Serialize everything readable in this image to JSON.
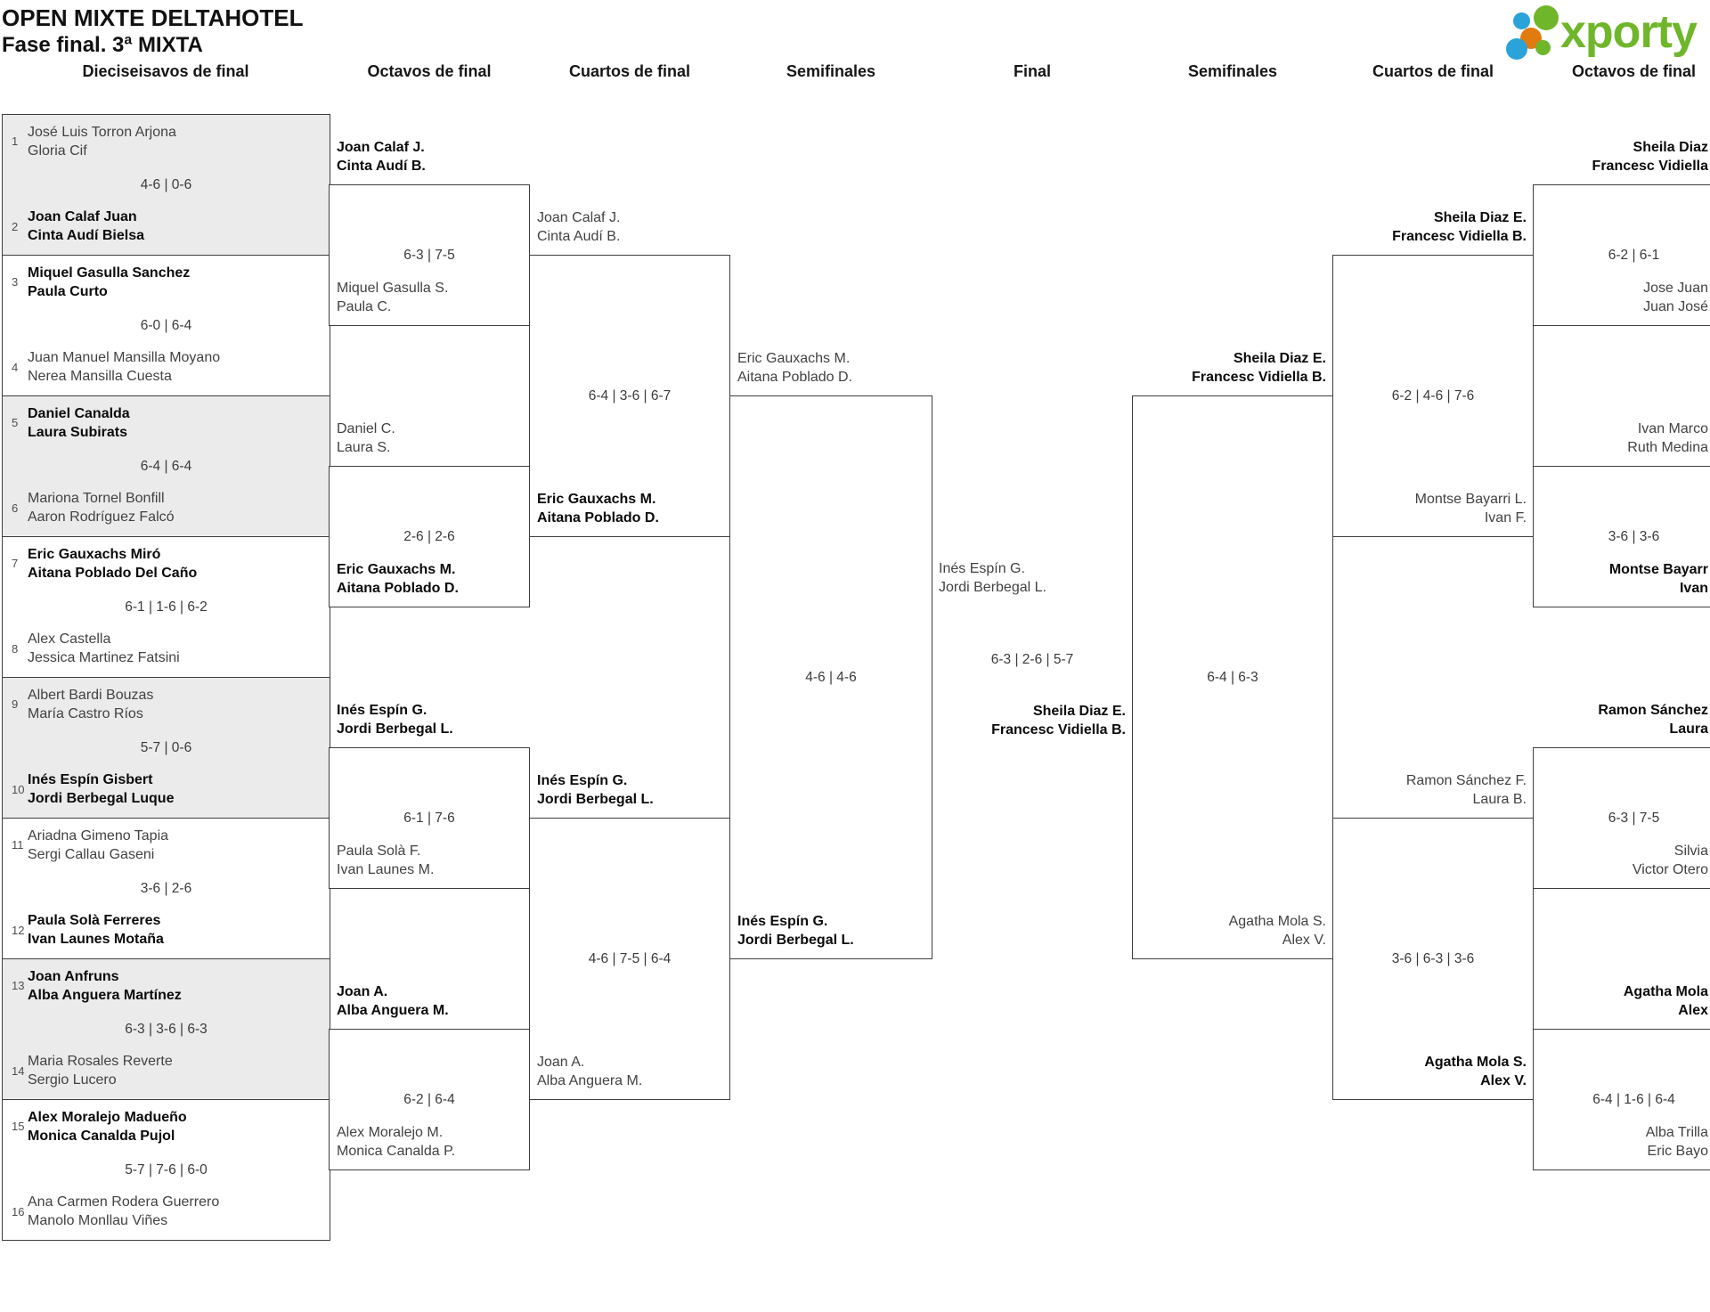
{
  "title": "OPEN MIXTE DELTAHOTEL",
  "subtitle": "Fase final. 3ª MIXTA",
  "logo": {
    "brand": "xporty",
    "colors": {
      "green": "#6fb62a",
      "blue": "#29a3da",
      "orange": "#e17b0f"
    }
  },
  "rounds": [
    "Dieciseisavos de final",
    "Octavos de final",
    "Cuartos de final",
    "Semifinales",
    "Final",
    "Semifinales",
    "Cuartos de final",
    "Octavos de final"
  ],
  "r16": [
    {
      "seed_top": "1",
      "top1": "José Luis Torron Arjona",
      "top2": "Gloria Cif",
      "score": "4-6 | 0-6",
      "seed_bottom": "2",
      "bottom1": "Joan Calaf Juan",
      "bottom2": "Cinta Audí Bielsa",
      "winner": "bottom"
    },
    {
      "seed_top": "3",
      "top1": "Miquel Gasulla Sanchez",
      "top2": "Paula Curto",
      "score": "6-0 | 6-4",
      "seed_bottom": "4",
      "bottom1": "Juan Manuel Mansilla Moyano",
      "bottom2": "Nerea Mansilla Cuesta",
      "winner": "top"
    },
    {
      "seed_top": "5",
      "top1": "Daniel Canalda",
      "top2": "Laura Subirats",
      "score": "6-4 | 6-4",
      "seed_bottom": "6",
      "bottom1": "Mariona Tornel Bonfill",
      "bottom2": "Aaron Rodríguez Falcó",
      "winner": "top"
    },
    {
      "seed_top": "7",
      "top1": "Eric Gauxachs Miró",
      "top2": "Aitana Poblado Del Caño",
      "score": "6-1 | 1-6 | 6-2",
      "seed_bottom": "8",
      "bottom1": "Alex Castella",
      "bottom2": "Jessica Martinez Fatsini",
      "winner": "top"
    },
    {
      "seed_top": "9",
      "top1": "Albert Bardi Bouzas",
      "top2": "María Castro Ríos",
      "score": "5-7 | 0-6",
      "seed_bottom": "10",
      "bottom1": "Inés Espín Gisbert",
      "bottom2": "Jordi Berbegal Luque",
      "winner": "bottom"
    },
    {
      "seed_top": "11",
      "top1": "Ariadna Gimeno Tapia",
      "top2": "Sergi Callau Gaseni",
      "score": "3-6 | 2-6",
      "seed_bottom": "12",
      "bottom1": "Paula Solà Ferreres",
      "bottom2": "Ivan Launes Motaña",
      "winner": "bottom"
    },
    {
      "seed_top": "13",
      "top1": "Joan Anfruns",
      "top2": "Alba Anguera Martínez",
      "score": "6-3 | 3-6 | 6-3",
      "seed_bottom": "14",
      "bottom1": "Maria Rosales Reverte",
      "bottom2": "Sergio Lucero",
      "winner": "top"
    },
    {
      "seed_top": "15",
      "top1": "Alex Moralejo Madueño",
      "top2": "Monica Canalda Pujol",
      "score": "5-7 | 7-6 | 6-0",
      "seed_bottom": "16",
      "bottom1": "Ana Carmen Rodera Guerrero",
      "bottom2": "Manolo Monllau Viñes",
      "winner": "top"
    }
  ],
  "r8_left": [
    {
      "top1": "Joan Calaf J.",
      "top2": "Cinta Audí B.",
      "score": "6-3 | 7-5",
      "bottom1": "Miquel Gasulla S.",
      "bottom2": "Paula C.",
      "winner": "top"
    },
    {
      "top1": "Daniel C.",
      "top2": "Laura S.",
      "score": "2-6 | 2-6",
      "bottom1": "Eric Gauxachs M.",
      "bottom2": "Aitana Poblado D.",
      "winner": "bottom"
    },
    {
      "top1": "Inés Espín G.",
      "top2": "Jordi Berbegal L.",
      "score": "6-1 | 7-6",
      "bottom1": "Paula Solà F.",
      "bottom2": "Ivan Launes M.",
      "winner": "top"
    },
    {
      "top1": "Joan A.",
      "top2": "Alba Anguera M.",
      "score": "6-2 | 6-4",
      "bottom1": "Alex Moralejo M.",
      "bottom2": "Monica Canalda P.",
      "winner": "top"
    }
  ],
  "r4_left": [
    {
      "top1": "Joan Calaf J.",
      "top2": "Cinta Audí B.",
      "score": "6-4 | 3-6 | 6-7",
      "bottom1": "Eric Gauxachs M.",
      "bottom2": "Aitana Poblado D.",
      "winner": "bottom"
    },
    {
      "top1": "Inés Espín G.",
      "top2": "Jordi Berbegal L.",
      "score": "4-6 | 7-5 | 6-4",
      "bottom1": "Joan A.",
      "bottom2": "Alba Anguera M.",
      "winner": "top"
    }
  ],
  "r2_left": {
    "top1": "Eric Gauxachs M.",
    "top2": "Aitana Poblado D.",
    "score": "4-6 | 4-6",
    "bottom1": "Inés Espín G.",
    "bottom2": "Jordi Berbegal L.",
    "winner": "bottom"
  },
  "final": {
    "top1": "Inés Espín G.",
    "top2": "Jordi Berbegal L.",
    "score": "6-3 | 2-6 | 5-7",
    "bottom1": "Sheila Diaz E.",
    "bottom2": "Francesc Vidiella B.",
    "winner": "bottom"
  },
  "r2_right": {
    "top1": "Sheila Diaz E.",
    "top2": "Francesc Vidiella B.",
    "score": "6-4 | 6-3",
    "bottom1": "Agatha Mola S.",
    "bottom2": "Alex V.",
    "winner": "top"
  },
  "r4_right": [
    {
      "top1": "Sheila Diaz E.",
      "top2": "Francesc Vidiella B.",
      "score": "6-2 | 4-6 | 7-6",
      "bottom1": "Montse Bayarri L.",
      "bottom2": "Ivan F.",
      "winner": "top"
    },
    {
      "top1": "Ramon Sánchez F.",
      "top2": "Laura B.",
      "score": "3-6 | 6-3 | 3-6",
      "bottom1": "Agatha Mola S.",
      "bottom2": "Alex V.",
      "winner": "bottom"
    }
  ],
  "r8_right": [
    {
      "top1": "Sheila Diaz",
      "top2": "Francesc Vidiella",
      "score": "6-2 | 6-1",
      "bottom1": "Jose Juan",
      "bottom2": "Juan José",
      "winner": "top"
    },
    {
      "top1": "Ivan Marco",
      "top2": "Ruth Medina",
      "score": "3-6 | 3-6",
      "bottom1": "Montse Bayarr",
      "bottom2": "Ivan",
      "winner": "bottom"
    },
    {
      "top1": "Ramon Sánchez",
      "top2": "Laura",
      "score": "6-3 | 7-5",
      "bottom1": "Silvia",
      "bottom2": "Victor Otero",
      "winner": "top"
    },
    {
      "top1": "Agatha Mola",
      "top2": "Alex",
      "score": "6-4 | 1-6 | 6-4",
      "bottom1": "Alba Trilla",
      "bottom2": "Eric Bayo",
      "winner": "top"
    }
  ]
}
